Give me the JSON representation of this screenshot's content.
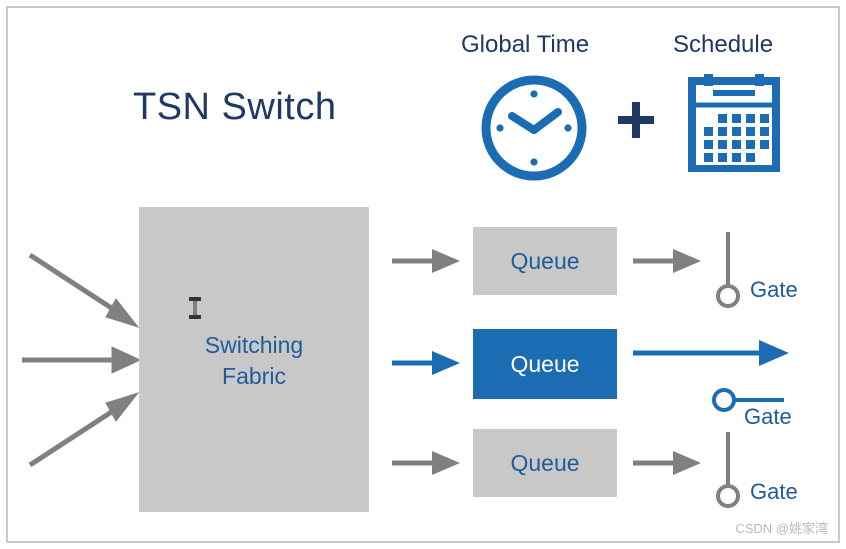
{
  "diagram": {
    "title": "TSN Switch",
    "frame_border_color": "#c9c9c9",
    "accent_blue": "#1b6cb3",
    "text_blue": "#1f5c99",
    "navy": "#1f3864",
    "gray_box": "#c8c8c8",
    "gray_arrow": "#808080"
  },
  "header": {
    "global_time_label": "Global Time",
    "schedule_label": "Schedule",
    "plus_label": "+",
    "clock_icon_name": "clock-icon",
    "calendar_icon_name": "calendar-icon"
  },
  "fabric": {
    "line1": "Switching",
    "line2": "Fabric"
  },
  "inputs": {
    "count": 3,
    "arrow_names": [
      "input-arrow-top",
      "input-arrow-middle",
      "input-arrow-bottom"
    ]
  },
  "queues": [
    {
      "label": "Queue",
      "state": "closed",
      "box_color": "#c8c8c8",
      "text_color": "#1f5c99",
      "in_arrow_color": "#808080",
      "out_arrow_color": "#808080",
      "gate_label": "Gate",
      "gate_state": "closed",
      "gate_color": "#808080"
    },
    {
      "label": "Queue",
      "state": "open",
      "box_color": "#1b6cb3",
      "text_color": "#ffffff",
      "in_arrow_color": "#1b6cb3",
      "out_arrow_color": "#1b6cb3",
      "gate_label": "Gate",
      "gate_state": "open",
      "gate_color": "#1b6cb3"
    },
    {
      "label": "Queue",
      "state": "closed",
      "box_color": "#c8c8c8",
      "text_color": "#1f5c99",
      "in_arrow_color": "#808080",
      "out_arrow_color": "#808080",
      "gate_label": "Gate",
      "gate_state": "closed",
      "gate_color": "#808080"
    }
  ],
  "cursor": {
    "type": "text-ibeam"
  },
  "watermark": {
    "text": "CSDN @姚家湾"
  }
}
